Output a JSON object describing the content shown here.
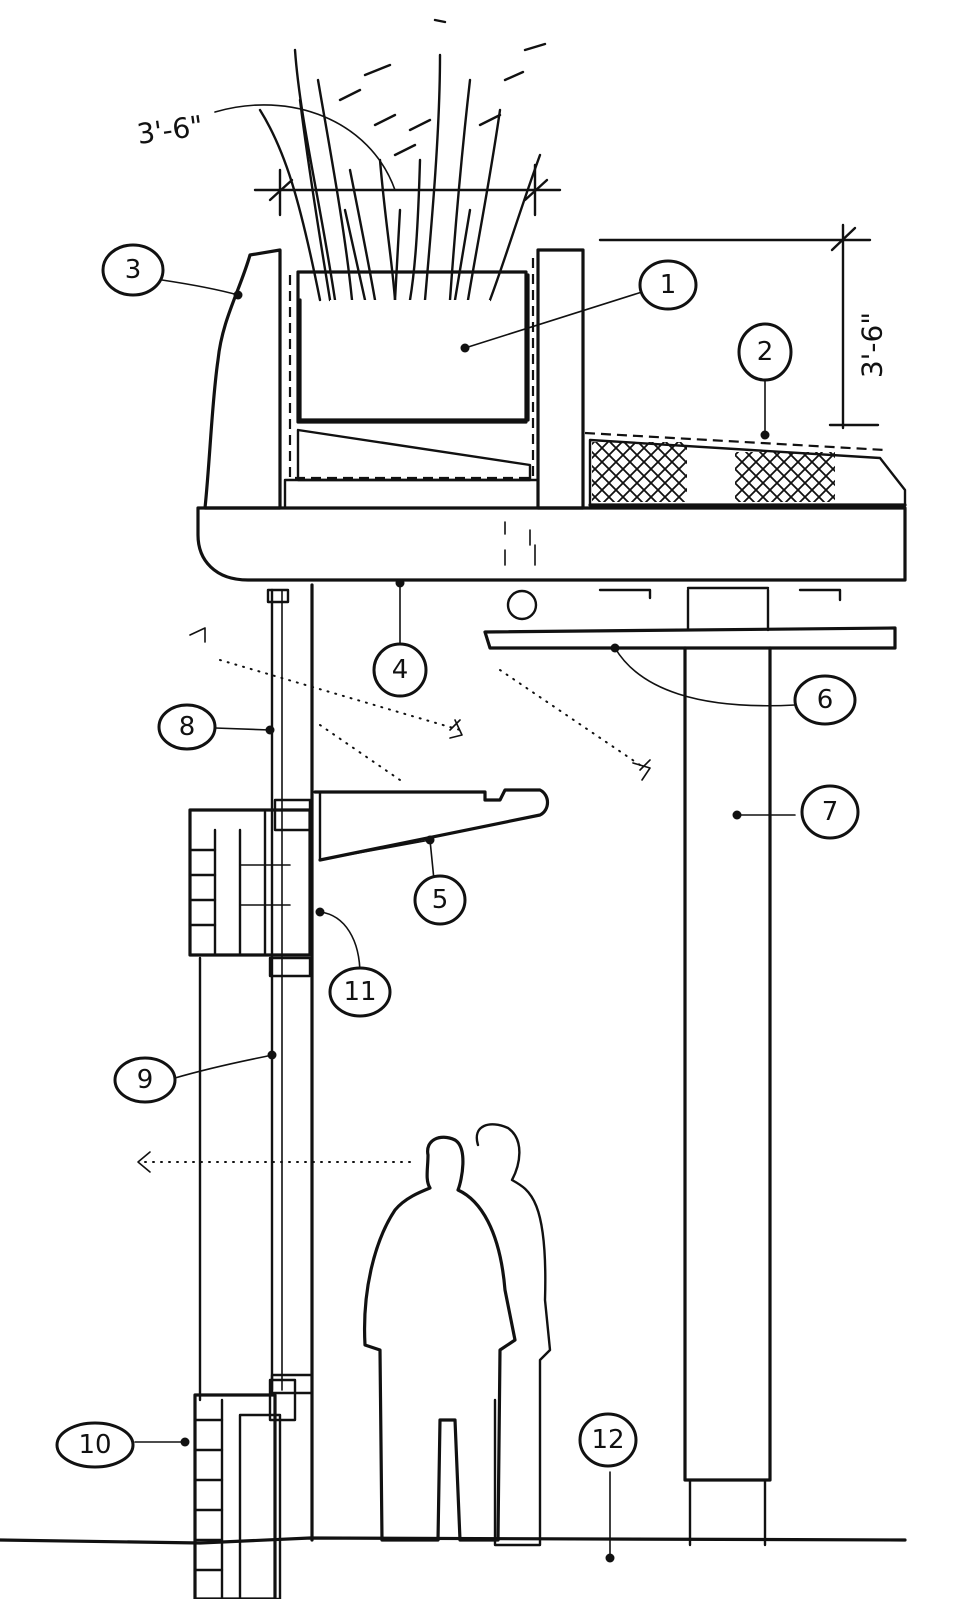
{
  "dimensions": {
    "planter_height": "3'-6\"",
    "guard_height": "3'-6\""
  },
  "callouts": [
    {
      "id": "c1",
      "label": "1"
    },
    {
      "id": "c2",
      "label": "2"
    },
    {
      "id": "c3",
      "label": "3"
    },
    {
      "id": "c4",
      "label": "4"
    },
    {
      "id": "c5",
      "label": "5"
    },
    {
      "id": "c6",
      "label": "6"
    },
    {
      "id": "c7",
      "label": "7"
    },
    {
      "id": "c8",
      "label": "8"
    },
    {
      "id": "c9",
      "label": "9"
    },
    {
      "id": "c10",
      "label": "10"
    },
    {
      "id": "c11",
      "label": "11"
    },
    {
      "id": "c12",
      "label": "12"
    }
  ]
}
